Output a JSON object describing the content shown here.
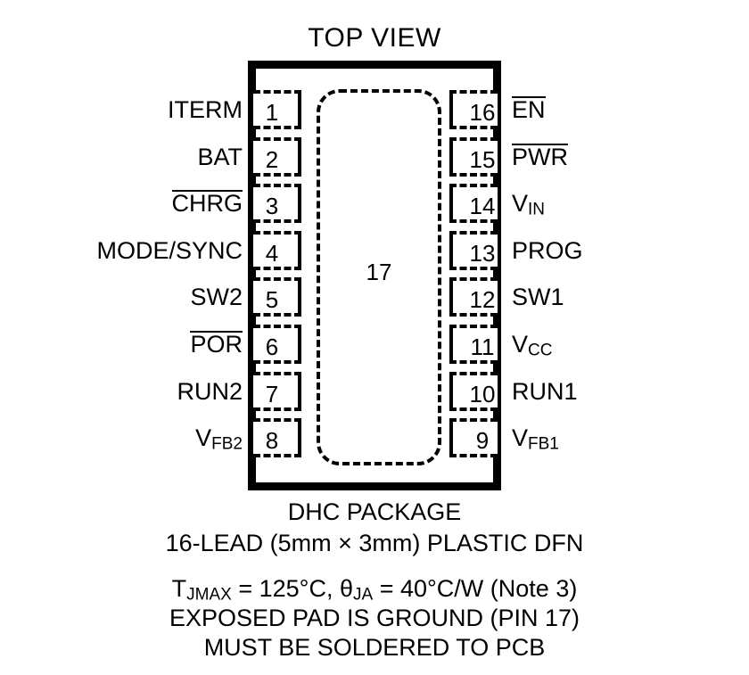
{
  "diagram": {
    "title": "TOP VIEW",
    "exposed_pad_pin": "17"
  },
  "pins": {
    "left": [
      {
        "number": "1",
        "name": "ITERM",
        "overline": false,
        "sub": ""
      },
      {
        "number": "2",
        "name": "BAT",
        "overline": false,
        "sub": ""
      },
      {
        "number": "3",
        "name": "CHRG",
        "overline": true,
        "sub": ""
      },
      {
        "number": "4",
        "name": "MODE/SYNC",
        "overline": false,
        "sub": ""
      },
      {
        "number": "5",
        "name": "SW2",
        "overline": false,
        "sub": ""
      },
      {
        "number": "6",
        "name": "POR",
        "overline": true,
        "sub": ""
      },
      {
        "number": "7",
        "name": "RUN2",
        "overline": false,
        "sub": ""
      },
      {
        "number": "8",
        "name": "V",
        "overline": false,
        "sub": "FB2"
      }
    ],
    "right": [
      {
        "number": "16",
        "name": "EN",
        "overline": true,
        "sub": ""
      },
      {
        "number": "15",
        "name": "PWR",
        "overline": true,
        "sub": ""
      },
      {
        "number": "14",
        "name": "V",
        "overline": false,
        "sub": "IN"
      },
      {
        "number": "13",
        "name": "PROG",
        "overline": false,
        "sub": ""
      },
      {
        "number": "12",
        "name": "SW1",
        "overline": false,
        "sub": ""
      },
      {
        "number": "11",
        "name": "V",
        "overline": false,
        "sub": "CC"
      },
      {
        "number": "10",
        "name": "RUN1",
        "overline": false,
        "sub": ""
      },
      {
        "number": "9",
        "name": "V",
        "overline": false,
        "sub": "FB1"
      }
    ]
  },
  "caption": {
    "package": "DHC PACKAGE",
    "lead": "16-LEAD (5mm × 3mm) PLASTIC DFN",
    "thermal_tj_prefix": "T",
    "thermal_tj_sub": "JMAX",
    "thermal_tj_value": " = 125°C, ",
    "thermal_theta_symbol": "θ",
    "thermal_theta_sub": "JA",
    "thermal_theta_value": " = 40°C/W (Note 3)",
    "exposed_pad_note": "EXPOSED PAD IS GROUND (PIN 17)",
    "solder_note": "MUST BE SOLDERED TO PCB"
  }
}
